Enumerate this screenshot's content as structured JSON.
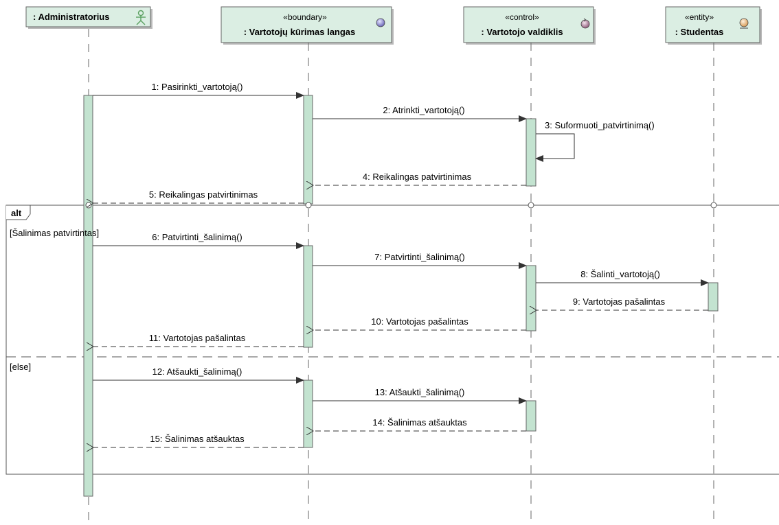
{
  "lifelines": [
    {
      "id": "admin",
      "stereotype": "",
      "name": ": Administratorius",
      "icon": "actor-icon"
    },
    {
      "id": "boundary",
      "stereotype": "«boundary»",
      "name": ": Vartotojų kūrimas langas",
      "icon": "boundary-icon"
    },
    {
      "id": "control",
      "stereotype": "«control»",
      "name": ": Vartotojo valdiklis",
      "icon": "control-icon"
    },
    {
      "id": "entity",
      "stereotype": "«entity»",
      "name": ": Studentas",
      "icon": "entity-icon"
    }
  ],
  "messages": [
    {
      "label": "1: Pasirinkti_vartotoją()"
    },
    {
      "label": "2: Atrinkti_vartotoją()"
    },
    {
      "label": "3: Suformuoti_patvirtinimą()"
    },
    {
      "label": "4: Reikalingas patvirtinimas"
    },
    {
      "label": "5: Reikalingas patvirtinimas"
    },
    {
      "label": "6: Patvirtinti_šalinimą()"
    },
    {
      "label": "7: Patvirtinti_šalinimą()"
    },
    {
      "label": "8: Šalinti_vartotoją()"
    },
    {
      "label": "9: Vartotojas pašalintas"
    },
    {
      "label": "10: Vartotojas pašalintas"
    },
    {
      "label": "11: Vartotojas pašalintas"
    },
    {
      "label": "12: Atšaukti_šalinimą()"
    },
    {
      "label": "13: Atšaukti_šalinimą()"
    },
    {
      "label": "14: Šalinimas atšauktas"
    },
    {
      "label": "15: Šalinimas atšauktas"
    }
  ],
  "fragment": {
    "operator": "alt",
    "guard1": "[Šalinimas patvirtintas]",
    "guard2": "[else]"
  },
  "colors": {
    "header_fill": "#dbeee3",
    "activation_fill": "#c3e3d0",
    "line": "#555555"
  }
}
